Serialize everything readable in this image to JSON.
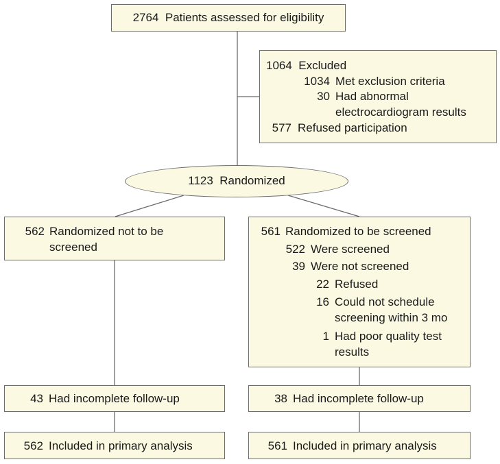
{
  "assessed": {
    "n": "2764",
    "text": "Patients assessed for eligibility"
  },
  "excluded": {
    "n": "1064",
    "text": "Excluded",
    "items": [
      {
        "n": "1034",
        "text": "Met exclusion criteria"
      },
      {
        "n": "30",
        "text": "Had abnormal",
        "text2": "electrocardiogram results"
      },
      {
        "n": "577",
        "text": "Refused participation"
      }
    ]
  },
  "randomized": {
    "n": "1123",
    "text": "Randomized"
  },
  "not_screened_arm": {
    "n": "562",
    "text": "Randomized not to be",
    "text2": "screened"
  },
  "screened_arm": {
    "n": "561",
    "text": "Randomized to be screened",
    "were_screened": {
      "n": "522",
      "text": "Were screened"
    },
    "not_screened": {
      "n": "39",
      "text": "Were not screened"
    },
    "reasons": [
      {
        "n": "22",
        "text": "Refused"
      },
      {
        "n": "16",
        "text": "Could not schedule",
        "text2": "screening within 3 mo"
      },
      {
        "n": "1",
        "text": "Had poor quality test",
        "text2": "results"
      }
    ]
  },
  "followup_left": {
    "n": "43",
    "text": "Had incomplete follow-up"
  },
  "followup_right": {
    "n": "38",
    "text": "Had incomplete follow-up"
  },
  "analysis_left": {
    "n": "562",
    "text": "Included in primary analysis"
  },
  "analysis_right": {
    "n": "561",
    "text": "Included in primary analysis"
  }
}
